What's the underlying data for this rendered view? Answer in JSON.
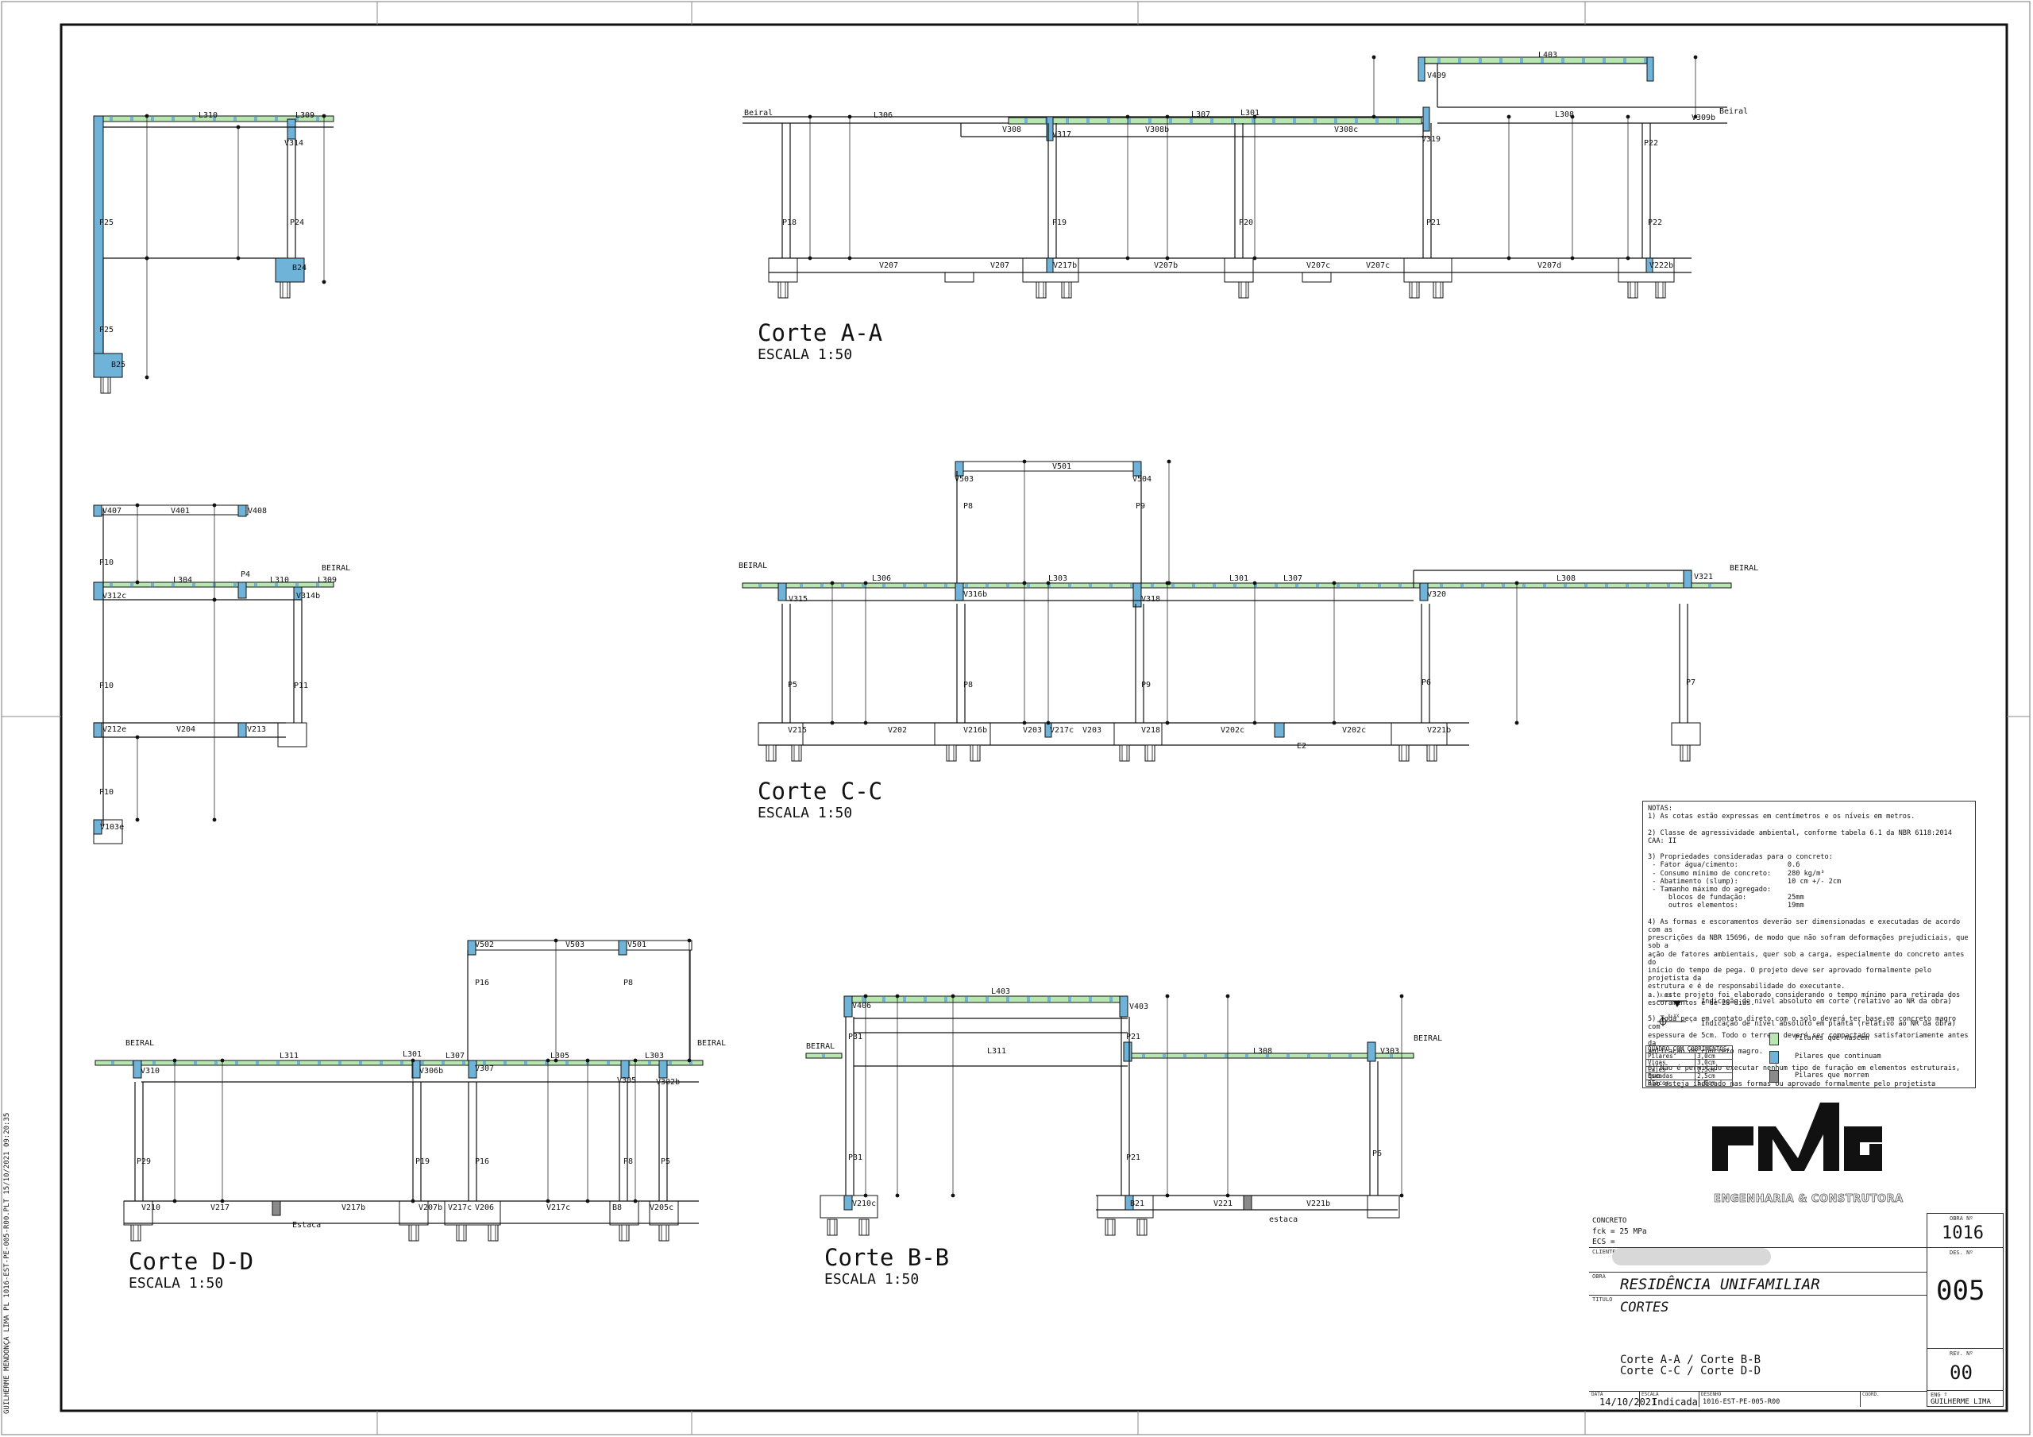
{
  "colors": {
    "slab_green": "#b7e6b0",
    "pillar_blue": "#6fb3d8",
    "dead_grey": "#8a8a8a",
    "line": "#111111"
  },
  "sections": {
    "aa": {
      "title": "Corte A-A",
      "scale": "ESCALA 1:50"
    },
    "cc": {
      "title": "Corte C-C",
      "scale": "ESCALA 1:50"
    },
    "dd": {
      "title": "Corte D-D",
      "scale": "ESCALA 1:50"
    },
    "bb": {
      "title": "Corte B-B",
      "scale": "ESCALA 1:50"
    }
  },
  "labels": {
    "aa": [
      "Beiral",
      "L306",
      "V308",
      "V317",
      "V308b",
      "L307",
      "L301",
      "V308c",
      "V319",
      "L308",
      "V309b",
      "Beiral",
      "L403",
      "V409",
      "P18",
      "P19",
      "P20",
      "P21",
      "P22",
      "P22",
      "V207",
      "V207",
      "V217b",
      "V207b",
      "V207c",
      "V207c",
      "V207d",
      "V222b"
    ],
    "left_top": [
      "L310",
      "L309",
      "V314",
      "P25",
      "P24",
      "B24",
      "P25",
      "B25"
    ],
    "left_mid": [
      "V407",
      "V401",
      "V408",
      "P10",
      "BEIRAL",
      "V312c",
      "L304",
      "P4",
      "L310",
      "L309",
      "V314b",
      "P10",
      "P11",
      "V212e",
      "V204",
      "V213",
      "P10",
      "V103e"
    ],
    "cc": [
      "V501",
      "V503",
      "V504",
      "P8",
      "P9",
      "BEIRAL",
      "V315",
      "L306",
      "V316b",
      "L303",
      "V318",
      "L301",
      "L307",
      "V320",
      "L308",
      "V321",
      "BEIRAL",
      "P5",
      "P8",
      "P9",
      "P6",
      "P7",
      "V215",
      "V202",
      "V216b",
      "V203",
      "V217c",
      "V203",
      "V218",
      "V202c",
      "V202c",
      "V221b",
      "E2"
    ],
    "dd": [
      "V502",
      "V503",
      "V501",
      "P16",
      "P8",
      "BEIRAL",
      "L311",
      "L301",
      "L307",
      "L305",
      "L303",
      "BEIRAL",
      "V310",
      "V306b",
      "V307",
      "V305",
      "V302b",
      "P29",
      "P19",
      "P16",
      "P8",
      "P5",
      "V210",
      "V217",
      "V217b",
      "V207b",
      "V217c",
      "V206",
      "V217c",
      "B8",
      "V205c",
      "Estaca"
    ],
    "bb": [
      "L403",
      "V406",
      "V403",
      "P31",
      "P21",
      "BEIRAL",
      "L311",
      "L308",
      "V303",
      "BEIRAL",
      "P31",
      "P21",
      "P6",
      "V210c",
      "B21",
      "V221",
      "V221b",
      "estaca"
    ]
  },
  "notes_text": "NOTAS:\n1) As cotas estão expressas em centímetros e os níveis em metros.\n\n2) Classe de agressividade ambiental, conforme tabela 6.1 da NBR 6118:2014 CAA: II\n\n3) Propriedades consideradas para o concreto:\n - Fator água/cimento:            0.6\n - Consumo mínimo de concreto:    280 kg/m³\n - Abatimento (slump):            10 cm +/- 2cm\n - Tamanho máximo do agregado:\n     blocos de fundação:          25mm\n     outros elementos:            19mm\n\n4) As formas e escoramentos deverão ser dimensionadas e executadas de acordo com as\nprescrições da NBR 15696, de modo que não sofram deformações prejudiciais, que sob a\nação de fatores ambientais, quer sob a carga, especialmente do concreto antes do\ninício do tempo de pega. O projeto deve ser aprovado formalmente pelo projetista da\nestrutura e é de responsabilidade do executante.\na.) este projeto foi elaborado considerando o tempo mínimo para retirada dos\nescoramentos é de 28 dias.\n\n5) Toda peça em contato direto com o solo deverá ter base em concreto magro com\nespessura de 5cm. Todo o terreno deverá ser compactado satisfatoriamente antes da\naplicação do concreto magro.\n\n6) Não é permitido executar nenhum tipo de furação em elementos estruturais, que\nnão esteja indicado nas formas ou aprovado formalmente pelo projetista estrutural",
  "level_legend": {
    "corte": "Indicação de nível absoluto em corte (relativo ao NR da obra)",
    "planta": "Indicação de nível absoluto em planta (relativo ao NR da obra)",
    "marker": "X.XX"
  },
  "pillar_legend": {
    "nascem": "Pilares que nascem",
    "continuam": "Pilares que continuam",
    "morrem": "Pilares que morrem"
  },
  "quadro": {
    "title": "QUADRO COM COBRIMENTOS:",
    "rows": [
      [
        "Pilares",
        "3,0cm"
      ],
      [
        "Vigas",
        "3,0cm"
      ],
      [
        "Lajes",
        "2,5cm"
      ],
      [
        "Escadas",
        "2,5cm"
      ],
      [
        "Blocos",
        "5,0cm"
      ]
    ]
  },
  "logo": {
    "text": "ENGENHARIA & CONSTRUTORA"
  },
  "title_block": {
    "concreto_label": "CONCRETO",
    "fck": "fck = 25 MPa",
    "ecs": "ECS =",
    "cliente_label": "CLIENTE",
    "obra_label": "OBRA",
    "obra": "RESIDÊNCIA UNIFAMILIAR",
    "titulo_label": "TITULO",
    "titulo": "CORTES",
    "desc1": "Corte A-A / Corte B-B",
    "desc2": "Corte C-C / Corte D-D",
    "data_label": "DATA",
    "data": "14/10/2021",
    "escala_label": "ESCALA",
    "escala": "Indicada",
    "desenho_label": "DESENHO",
    "desenho": "1016-EST-PE-005-R00",
    "coord_label": "COORD.",
    "obra_n_label": "OBRA Nº",
    "obra_n": "1016",
    "des_n_label": "DES. Nº",
    "des_n": "005",
    "rev_n_label": "REV. Nº",
    "rev_n": "00",
    "eng_label": "ENG º",
    "eng": "GUILHERME LIMA"
  },
  "plot_stamp": "GUILHERME MENDONÇA LIMA PL 1016-EST-PE-005-R00.PLT 15/10/2021 09:20:35"
}
